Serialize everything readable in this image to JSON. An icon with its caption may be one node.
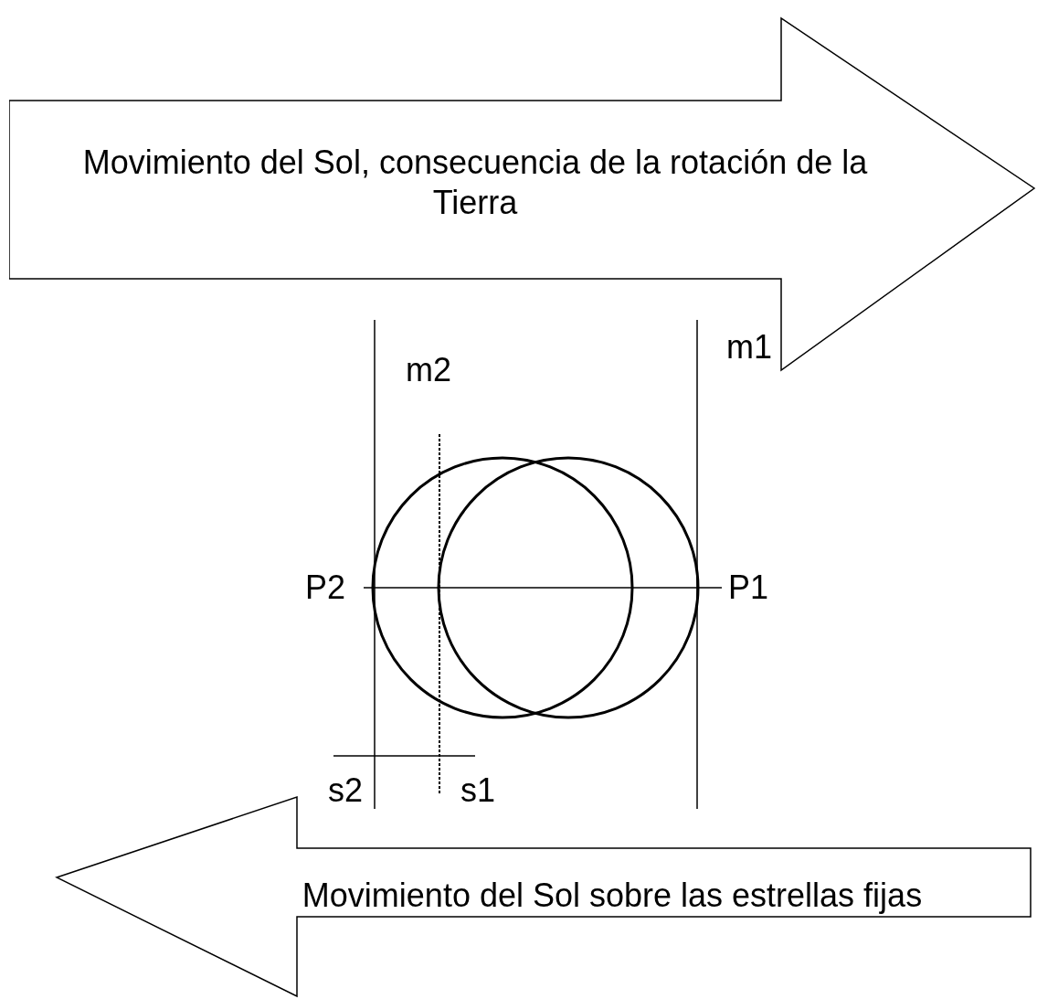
{
  "diagram": {
    "nodes": [
      {
        "text": [
          "Movimiento del Sol, consecuencia de la rotación de la Tierra"
        ]
      },
      {
        "text": [
          "Movimiento del Sol sobre las estrellas fijas"
        ]
      }
    ],
    "labels": [
      "m1",
      "m2",
      "P2",
      "P1",
      "s2",
      "s1"
    ]
  }
}
